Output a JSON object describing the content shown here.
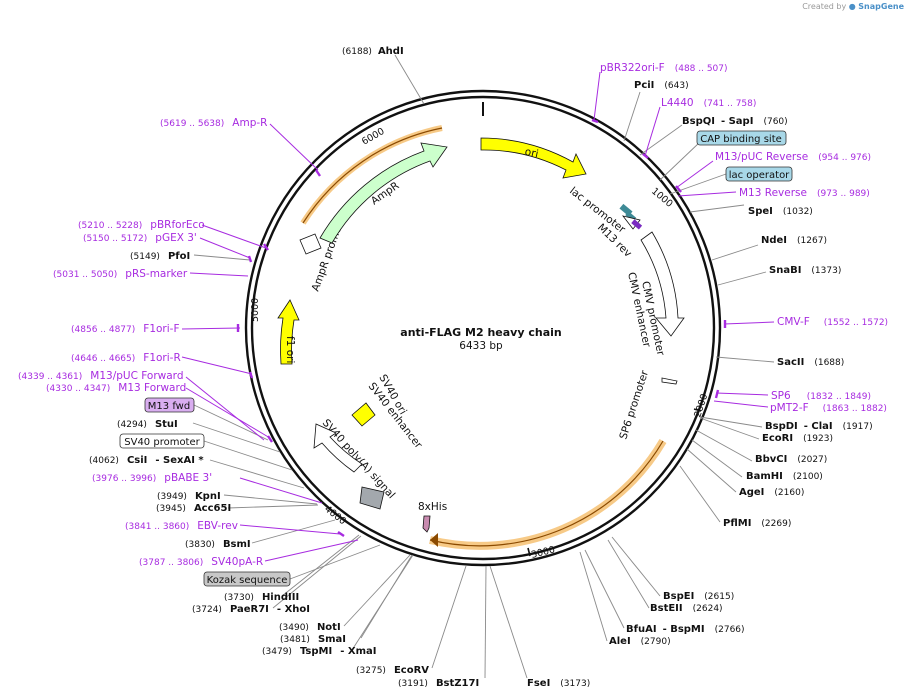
{
  "watermark": {
    "prefix": "Created by",
    "brand": "SnapGene"
  },
  "plasmid": {
    "name": "anti-FLAG M2 heavy chain",
    "length_label": "6433 bp",
    "length": 6433
  },
  "ticks": [
    "1000",
    "2000",
    "3000",
    "4000",
    "5000",
    "6000"
  ],
  "enzymes": [
    {
      "name": "AhdI",
      "pos": "(6188)"
    },
    {
      "name": "PciI",
      "pos": "(643)"
    },
    {
      "name": "BspQI",
      "name2": "SapI",
      "pos": "(760)"
    },
    {
      "name": "SpeI",
      "pos": "(1032)"
    },
    {
      "name": "NdeI",
      "pos": "(1267)"
    },
    {
      "name": "SnaBI",
      "pos": "(1373)"
    },
    {
      "name": "SacII",
      "pos": "(1688)"
    },
    {
      "name": "BspDI",
      "name2": "ClaI",
      "pos": "(1917)"
    },
    {
      "name": "EcoRI",
      "pos": "(1923)"
    },
    {
      "name": "BbvCI",
      "pos": "(2027)"
    },
    {
      "name": "BamHI",
      "pos": "(2100)"
    },
    {
      "name": "AgeI",
      "pos": "(2160)"
    },
    {
      "name": "PflMI",
      "pos": "(2269)"
    },
    {
      "name": "BspEI",
      "pos": "(2615)"
    },
    {
      "name": "BstEII",
      "pos": "(2624)"
    },
    {
      "name": "BfuAI",
      "name2": "BspMI",
      "pos": "(2766)"
    },
    {
      "name": "AleI",
      "pos": "(2790)"
    },
    {
      "name": "FseI",
      "pos": "(3173)"
    },
    {
      "name": "BstZ17I",
      "pos": "(3191)"
    },
    {
      "name": "EcoRV",
      "pos": "(3275)"
    },
    {
      "name": "TspMI",
      "name2": "XmaI",
      "pos": "(3479)"
    },
    {
      "name": "SmaI",
      "pos": "(3481)"
    },
    {
      "name": "NotI",
      "pos": "(3490)"
    },
    {
      "name": "PaeR7I",
      "name2": "XhoI",
      "pos": "(3724)"
    },
    {
      "name": "HindIII",
      "pos": "(3730)"
    },
    {
      "name": "BsmI",
      "pos": "(3830)"
    },
    {
      "name": "Acc65I",
      "pos": "(3945)"
    },
    {
      "name": "KpnI",
      "pos": "(3949)"
    },
    {
      "name": "CsiI",
      "name2": "SexAI *",
      "pos": "(4062)"
    },
    {
      "name": "StuI",
      "pos": "(4294)"
    },
    {
      "name": "PfoI",
      "pos": "(5149)"
    }
  ],
  "primers": [
    {
      "name": "pBR322ori-F",
      "pos": "(488 .. 507)"
    },
    {
      "name": "L4440",
      "pos": "(741 .. 758)"
    },
    {
      "name": "M13/pUC Reverse",
      "pos": "(954 .. 976)"
    },
    {
      "name": "M13 Reverse",
      "pos": "(973 .. 989)"
    },
    {
      "name": "CMV-F",
      "pos": "(1552 .. 1572)"
    },
    {
      "name": "SP6",
      "pos": "(1832 .. 1849)"
    },
    {
      "name": "pMT2-F",
      "pos": "(1863 .. 1882)"
    },
    {
      "name": "Amp-R",
      "pos": "(5619 .. 5638)"
    },
    {
      "name": "pBRforEco",
      "pos": "(5210 .. 5228)"
    },
    {
      "name": "pGEX 3'",
      "pos": "(5150 .. 5172)"
    },
    {
      "name": "pRS-marker",
      "pos": "(5031 .. 5050)"
    },
    {
      "name": "F1ori-F",
      "pos": "(4856 .. 4877)"
    },
    {
      "name": "F1ori-R",
      "pos": "(4646 .. 4665)"
    },
    {
      "name": "M13/pUC Forward",
      "pos": "(4339 .. 4361)"
    },
    {
      "name": "M13 Forward",
      "pos": "(4330 .. 4347)"
    },
    {
      "name": "pBABE 3'",
      "pos": "(3976 .. 3996)"
    },
    {
      "name": "EBV-rev",
      "pos": "(3841 .. 3860)"
    },
    {
      "name": "SV40pA-R",
      "pos": "(3787 .. 3806)"
    }
  ],
  "boxed_features": [
    "CAP binding site",
    "lac operator",
    "M13 fwd",
    "SV40 promoter",
    "Kozak sequence"
  ],
  "features": [
    "ori",
    "lac promoter",
    "M13 rev",
    "CMV promoter",
    "CMV enhancer",
    "SP6 promoter",
    "8xHis",
    "SV40 poly(A) signal",
    "SV40 ori",
    "SV40 enhancer",
    "f1 ori",
    "AmpR promoter",
    "AmpR"
  ],
  "colors": {
    "ori": "#ffff00",
    "f1_ori": "#ffff00",
    "sv40_ori": "#ffff00",
    "ampr": "#ccffcc",
    "promoter": "#ffffff",
    "his": "#c98bb0",
    "polyA": "#a3a8ad",
    "lac_op": "#3e8a96",
    "cds_band": "#f6c47a",
    "primer": "#a72be0",
    "box_blue": "#a8d8e8",
    "box_gray": "#c8c8c8",
    "box_violet": "#d9aef0",
    "box_white": "#ffffff"
  }
}
